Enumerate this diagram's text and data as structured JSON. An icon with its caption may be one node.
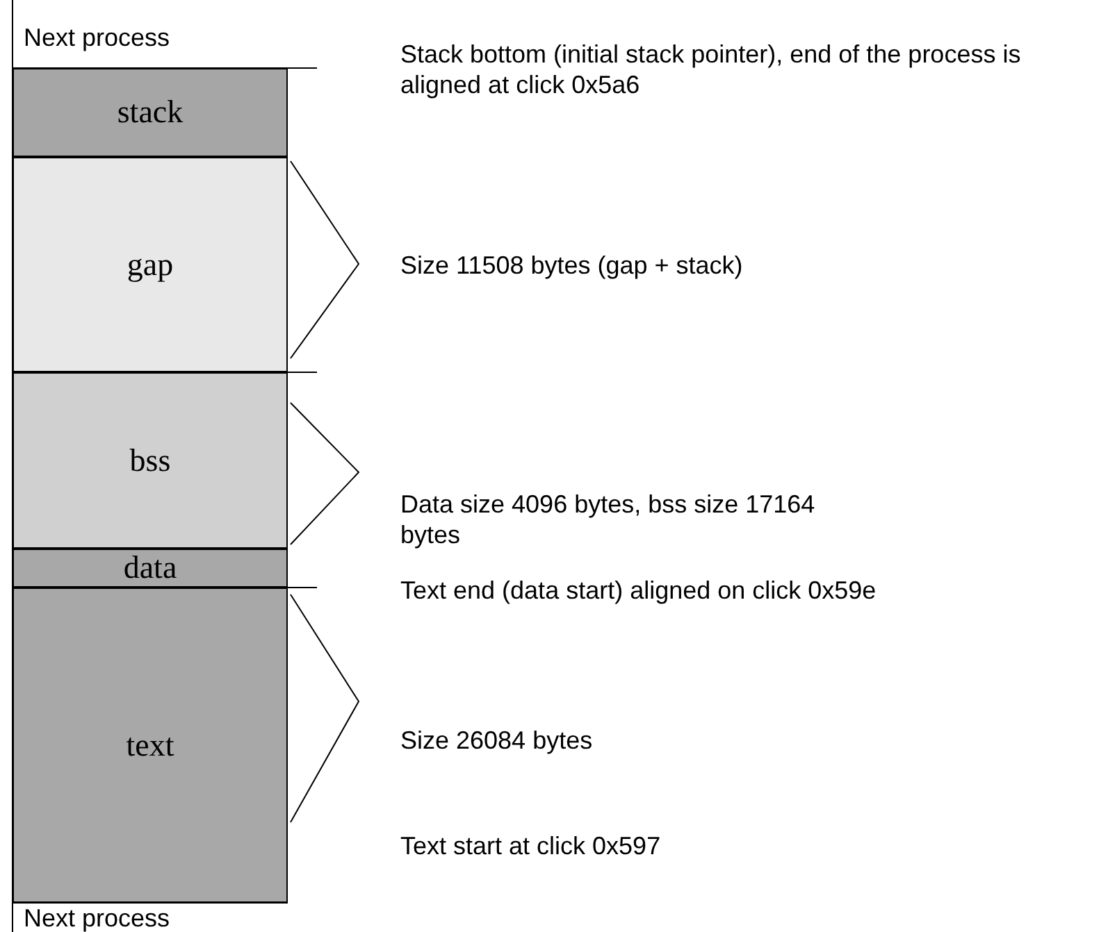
{
  "diagram": {
    "nodes": [
      {
        "text": [
          "stack"
        ]
      },
      {
        "text": [
          "gap"
        ]
      },
      {
        "text": [
          "bss"
        ]
      },
      {
        "text": [
          "data"
        ]
      },
      {
        "text": [
          "text"
        ]
      }
    ],
    "labels": [
      "Next process",
      "Stack bottom (initial stack pointer), end of the process is aligned at click 0x5a6",
      "Size 11508 bytes (gap + stack)",
      "Data size 4096 bytes, bss size 17164 bytes",
      "Text end (data start) aligned on click 0x59e",
      "Size 26084 bytes",
      "Text start at click 0x597",
      "Next process"
    ]
  }
}
